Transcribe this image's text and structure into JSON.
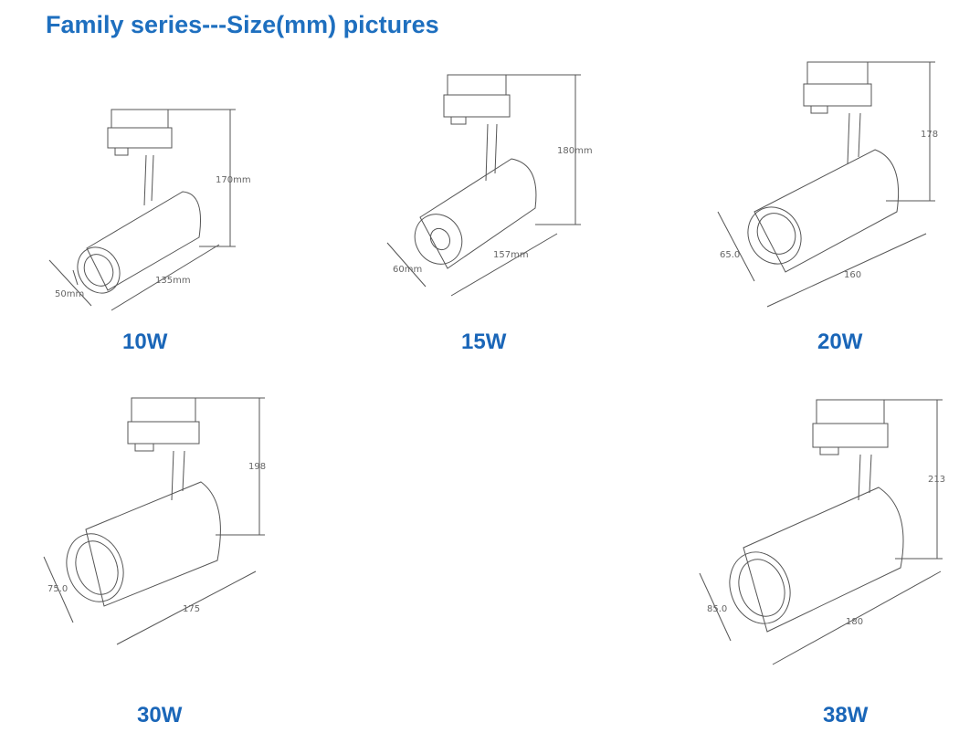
{
  "page": {
    "title": "Family series---Size(mm) pictures"
  },
  "products": [
    {
      "power": "10W",
      "height": "170mm",
      "length": "135mm",
      "diameter": "50mm"
    },
    {
      "power": "15W",
      "height": "180mm",
      "length": "157mm",
      "diameter": "60mm"
    },
    {
      "power": "20W",
      "height": "178",
      "length": "160",
      "diameter": "65.0"
    },
    {
      "power": "30W",
      "height": "198",
      "length": "175",
      "diameter": "75.0"
    },
    {
      "power": "38W",
      "height": "213",
      "length": "180",
      "diameter": "85.0"
    }
  ],
  "colors": {
    "title": "#1e6fbf",
    "label": "#1a66b8",
    "drawing": "#555555"
  }
}
